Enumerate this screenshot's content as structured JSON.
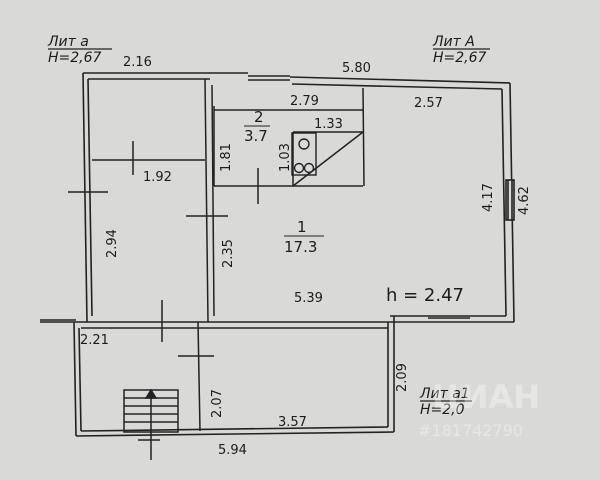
{
  "labels": {
    "lit_a_small": "Лит а",
    "h_a_small": "Н=2,67",
    "lit_A": "Лит А",
    "h_A": "Н=2,67",
    "lit_a1": "Лит а1",
    "h_a1": "Н=2,0"
  },
  "rooms": {
    "room1_number": "1",
    "room1_area": "17.3",
    "room2_number": "2",
    "room2_area": "3.7",
    "room1_height": "h = 2.47"
  },
  "dimensions": {
    "d_2_16": "2.16",
    "d_5_80": "5.80",
    "d_2_79": "2.79",
    "d_2_57": "2.57",
    "d_1_33": "1.33",
    "d_1_81": "1.81",
    "d_1_03": "1.03",
    "d_1_92": "1.92",
    "d_4_17": "4.17",
    "d_4_62": "4.62",
    "d_2_94": "2.94",
    "d_2_35": "2.35",
    "d_5_39": "5.39",
    "d_2_21": "2.21",
    "d_2_09": "2.09",
    "d_2_07": "2.07",
    "d_3_57": "3.57",
    "d_5_94": "5.94"
  },
  "watermark": {
    "brand": "ЦИАН",
    "id": "#181742790"
  }
}
